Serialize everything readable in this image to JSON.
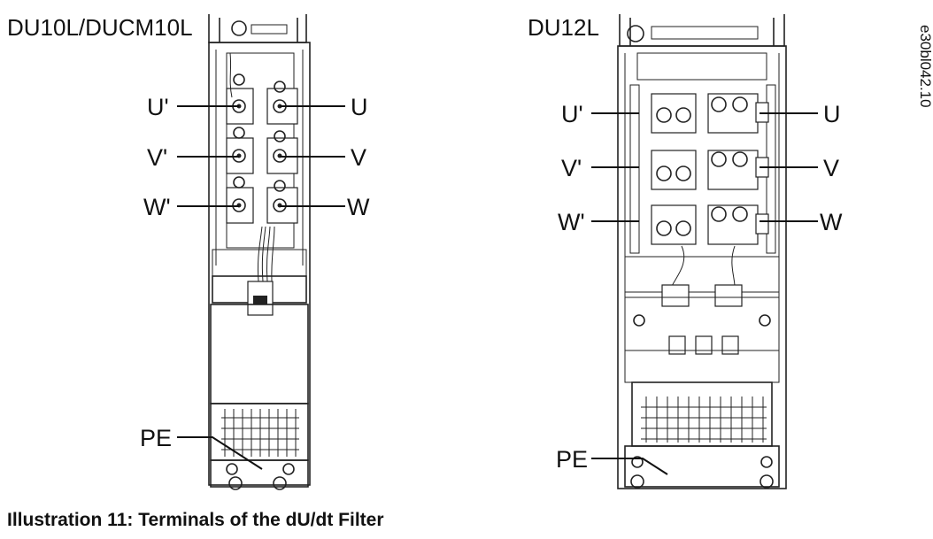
{
  "figure": {
    "caption": "Illustration 11: Terminals of the dU/dt Filter",
    "code": "e30bl042.10",
    "units": [
      {
        "title": "DU10L/DUCM10L",
        "terminals": [
          "U'",
          "V'",
          "W'",
          "U",
          "V",
          "W",
          "PE"
        ]
      },
      {
        "title": "DU12L",
        "terminals": [
          "U'",
          "V'",
          "W'",
          "U",
          "V",
          "W",
          "PE"
        ]
      }
    ]
  }
}
